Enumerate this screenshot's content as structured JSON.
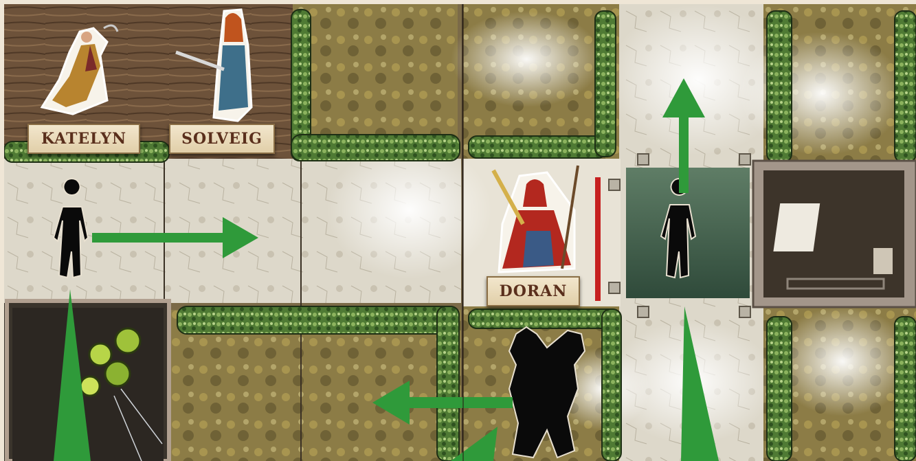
{
  "heroes": {
    "katelyn": "KATELYN",
    "solveig": "SOLVEIG",
    "doran": "DORAN"
  },
  "colors": {
    "arrow": "#2f9a3a",
    "wall": "#5e8b3e",
    "floor": "#d9d3c2",
    "wood": "#6b4f35",
    "moss": "#8a7a3c",
    "barrier": "#c62020",
    "silhouette": "#0a0a0a"
  }
}
